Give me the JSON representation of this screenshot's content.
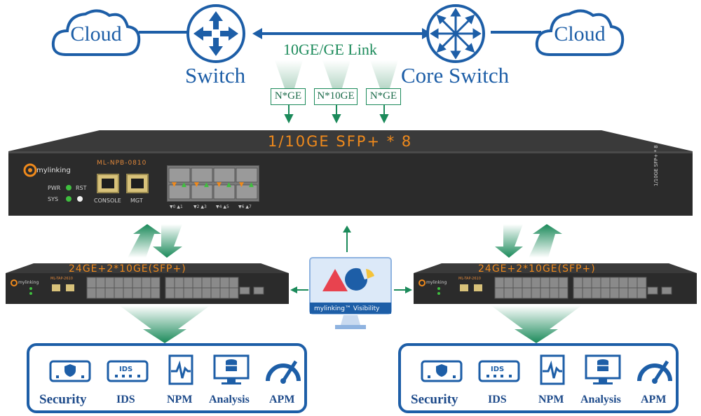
{
  "top": {
    "cloud_left": "Cloud",
    "cloud_right": "Cloud",
    "switch_label": "Switch",
    "core_switch_label": "Core Switch",
    "link_label": "10GE/GE Link",
    "ge_boxes": [
      "N*GE",
      "N*10GE",
      "N*GE"
    ]
  },
  "main_device": {
    "title": "1/10GE SFP+ * 8",
    "brand": "mylinking",
    "model": "ML-NPB-0810",
    "pwr_label": "PWR",
    "rst_label": "RST",
    "sys_label": "SYS",
    "console_label": "CONSOLE",
    "mgt_label": "MGT",
    "port_numbers": [
      "▼0 ▲1",
      "▼2 ▲3",
      "▼4 ▲5",
      "▼6 ▲7"
    ],
    "side_label": "1/10GE SFP+ * 8"
  },
  "sub_devices": [
    {
      "title": "24GE+2*10GE(SFP+)",
      "brand": "mylinking",
      "model": "ML-TAP-2610"
    },
    {
      "title": "24GE+2*10GE(SFP+)",
      "brand": "mylinking",
      "model": "ML-TAP-2610"
    }
  ],
  "visibility": {
    "label": "mylinking™ Visibility"
  },
  "tools_left": [
    "Security",
    "IDS",
    "NPM",
    "Analysis",
    "APM"
  ],
  "tools_right": [
    "Security",
    "IDS",
    "NPM",
    "Analysis",
    "APM"
  ],
  "ids_icon_text": "IDS",
  "colors": {
    "blue": "#1d5ea7",
    "green": "#1b8a5a",
    "orange": "#f08a1c",
    "device": "#2b2b2b"
  }
}
